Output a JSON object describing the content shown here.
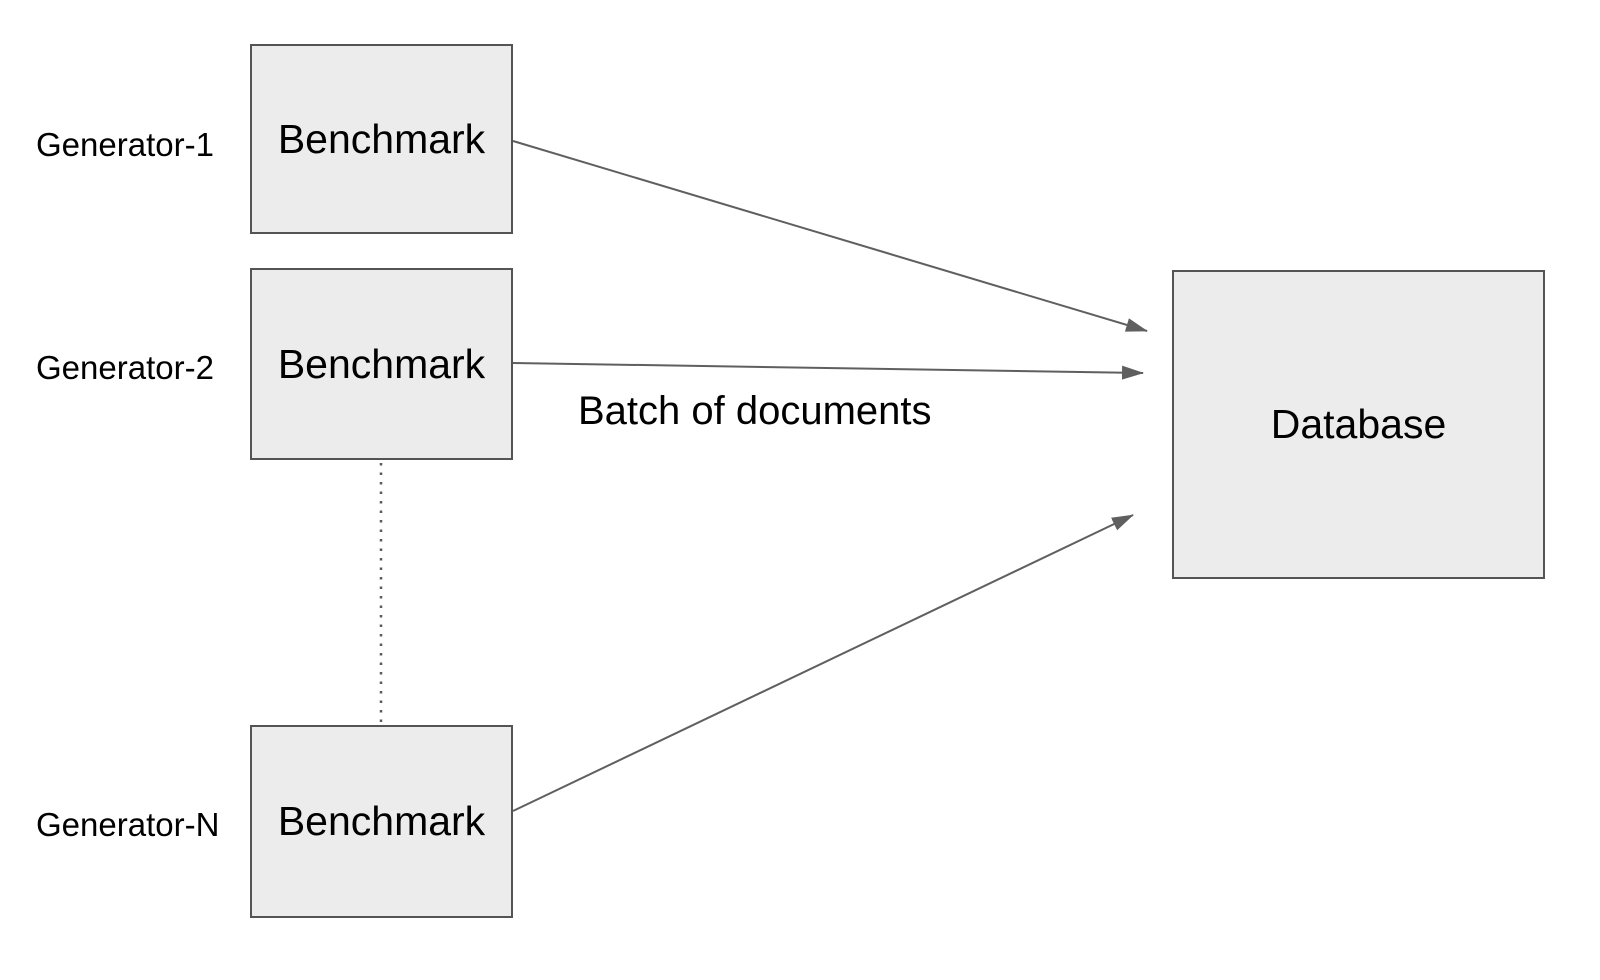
{
  "diagram": {
    "title": "benchmark-generators-to-database",
    "generators": [
      {
        "label": "Generator-1",
        "box_label": "Benchmark"
      },
      {
        "label": "Generator-2",
        "box_label": "Benchmark"
      },
      {
        "label": "Generator-N",
        "box_label": "Benchmark"
      }
    ],
    "database": {
      "label": "Database"
    },
    "arrow_label": "Batch of documents",
    "ellipsis": "dotted vertical line between Generator-2 and Generator-N boxes",
    "colors": {
      "background": "#ffffff",
      "box_fill": "#ececec",
      "box_border": "#545454",
      "arrow": "#5f5f5f",
      "text": "#000000"
    }
  }
}
